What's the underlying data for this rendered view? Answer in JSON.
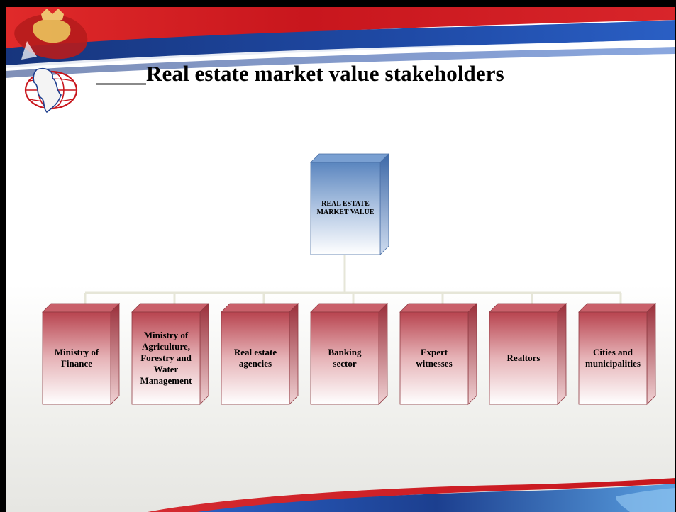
{
  "slide": {
    "title": "Real estate market value stakeholders"
  },
  "diagram": {
    "root": {
      "label": "REAL ESTATE MARKET VALUE"
    },
    "children": [
      {
        "label": "Ministry of Finance"
      },
      {
        "label": "Ministry of Agriculture, Forestry and Water Management"
      },
      {
        "label": "Real estate agencies"
      },
      {
        "label": "Banking sector"
      },
      {
        "label": "Expert witnesses"
      },
      {
        "label": "Realtors"
      },
      {
        "label": "Cities and municipalities"
      }
    ]
  },
  "colors": {
    "root_fill_top": "#5b86bf",
    "root_fill_bottom": "#ffffff",
    "child_fill_top": "#b8444f",
    "child_fill_bottom": "#ffffff",
    "connector": "#e6e6d8",
    "banner_blue": "#1c3f8f",
    "banner_red": "#c8161d"
  }
}
